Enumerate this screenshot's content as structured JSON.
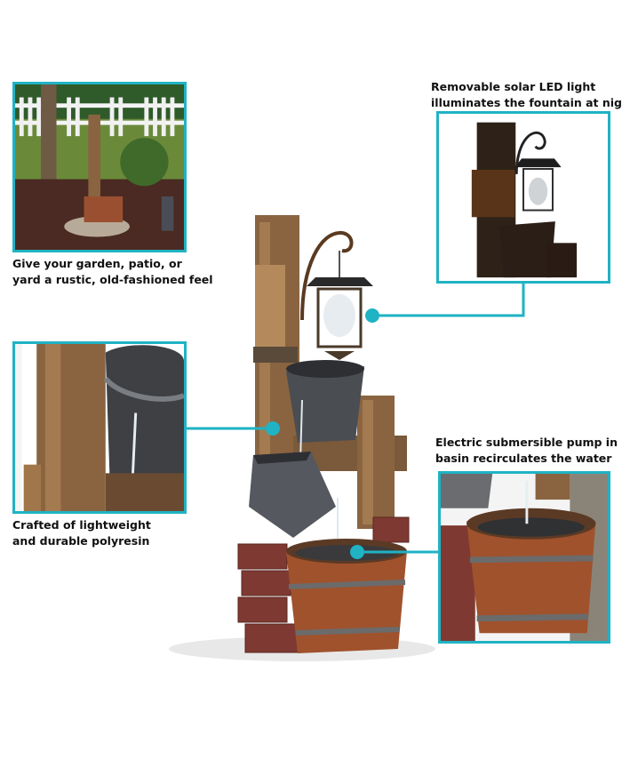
{
  "accent_color": "#1fb3c4",
  "callouts": [
    {
      "id": "garden",
      "line1": "Give your garden, patio, or",
      "line2": "yard a rustic, old-fashioned feel"
    },
    {
      "id": "solar",
      "line1": "Removable solar LED light",
      "line2": "illuminates the fountain at night"
    },
    {
      "id": "material",
      "line1": "Crafted of lightweight",
      "line2": "and durable polyresin"
    },
    {
      "id": "pump",
      "line1": "Electric submersible pump in",
      "line2": "basin recirculates the water"
    }
  ]
}
